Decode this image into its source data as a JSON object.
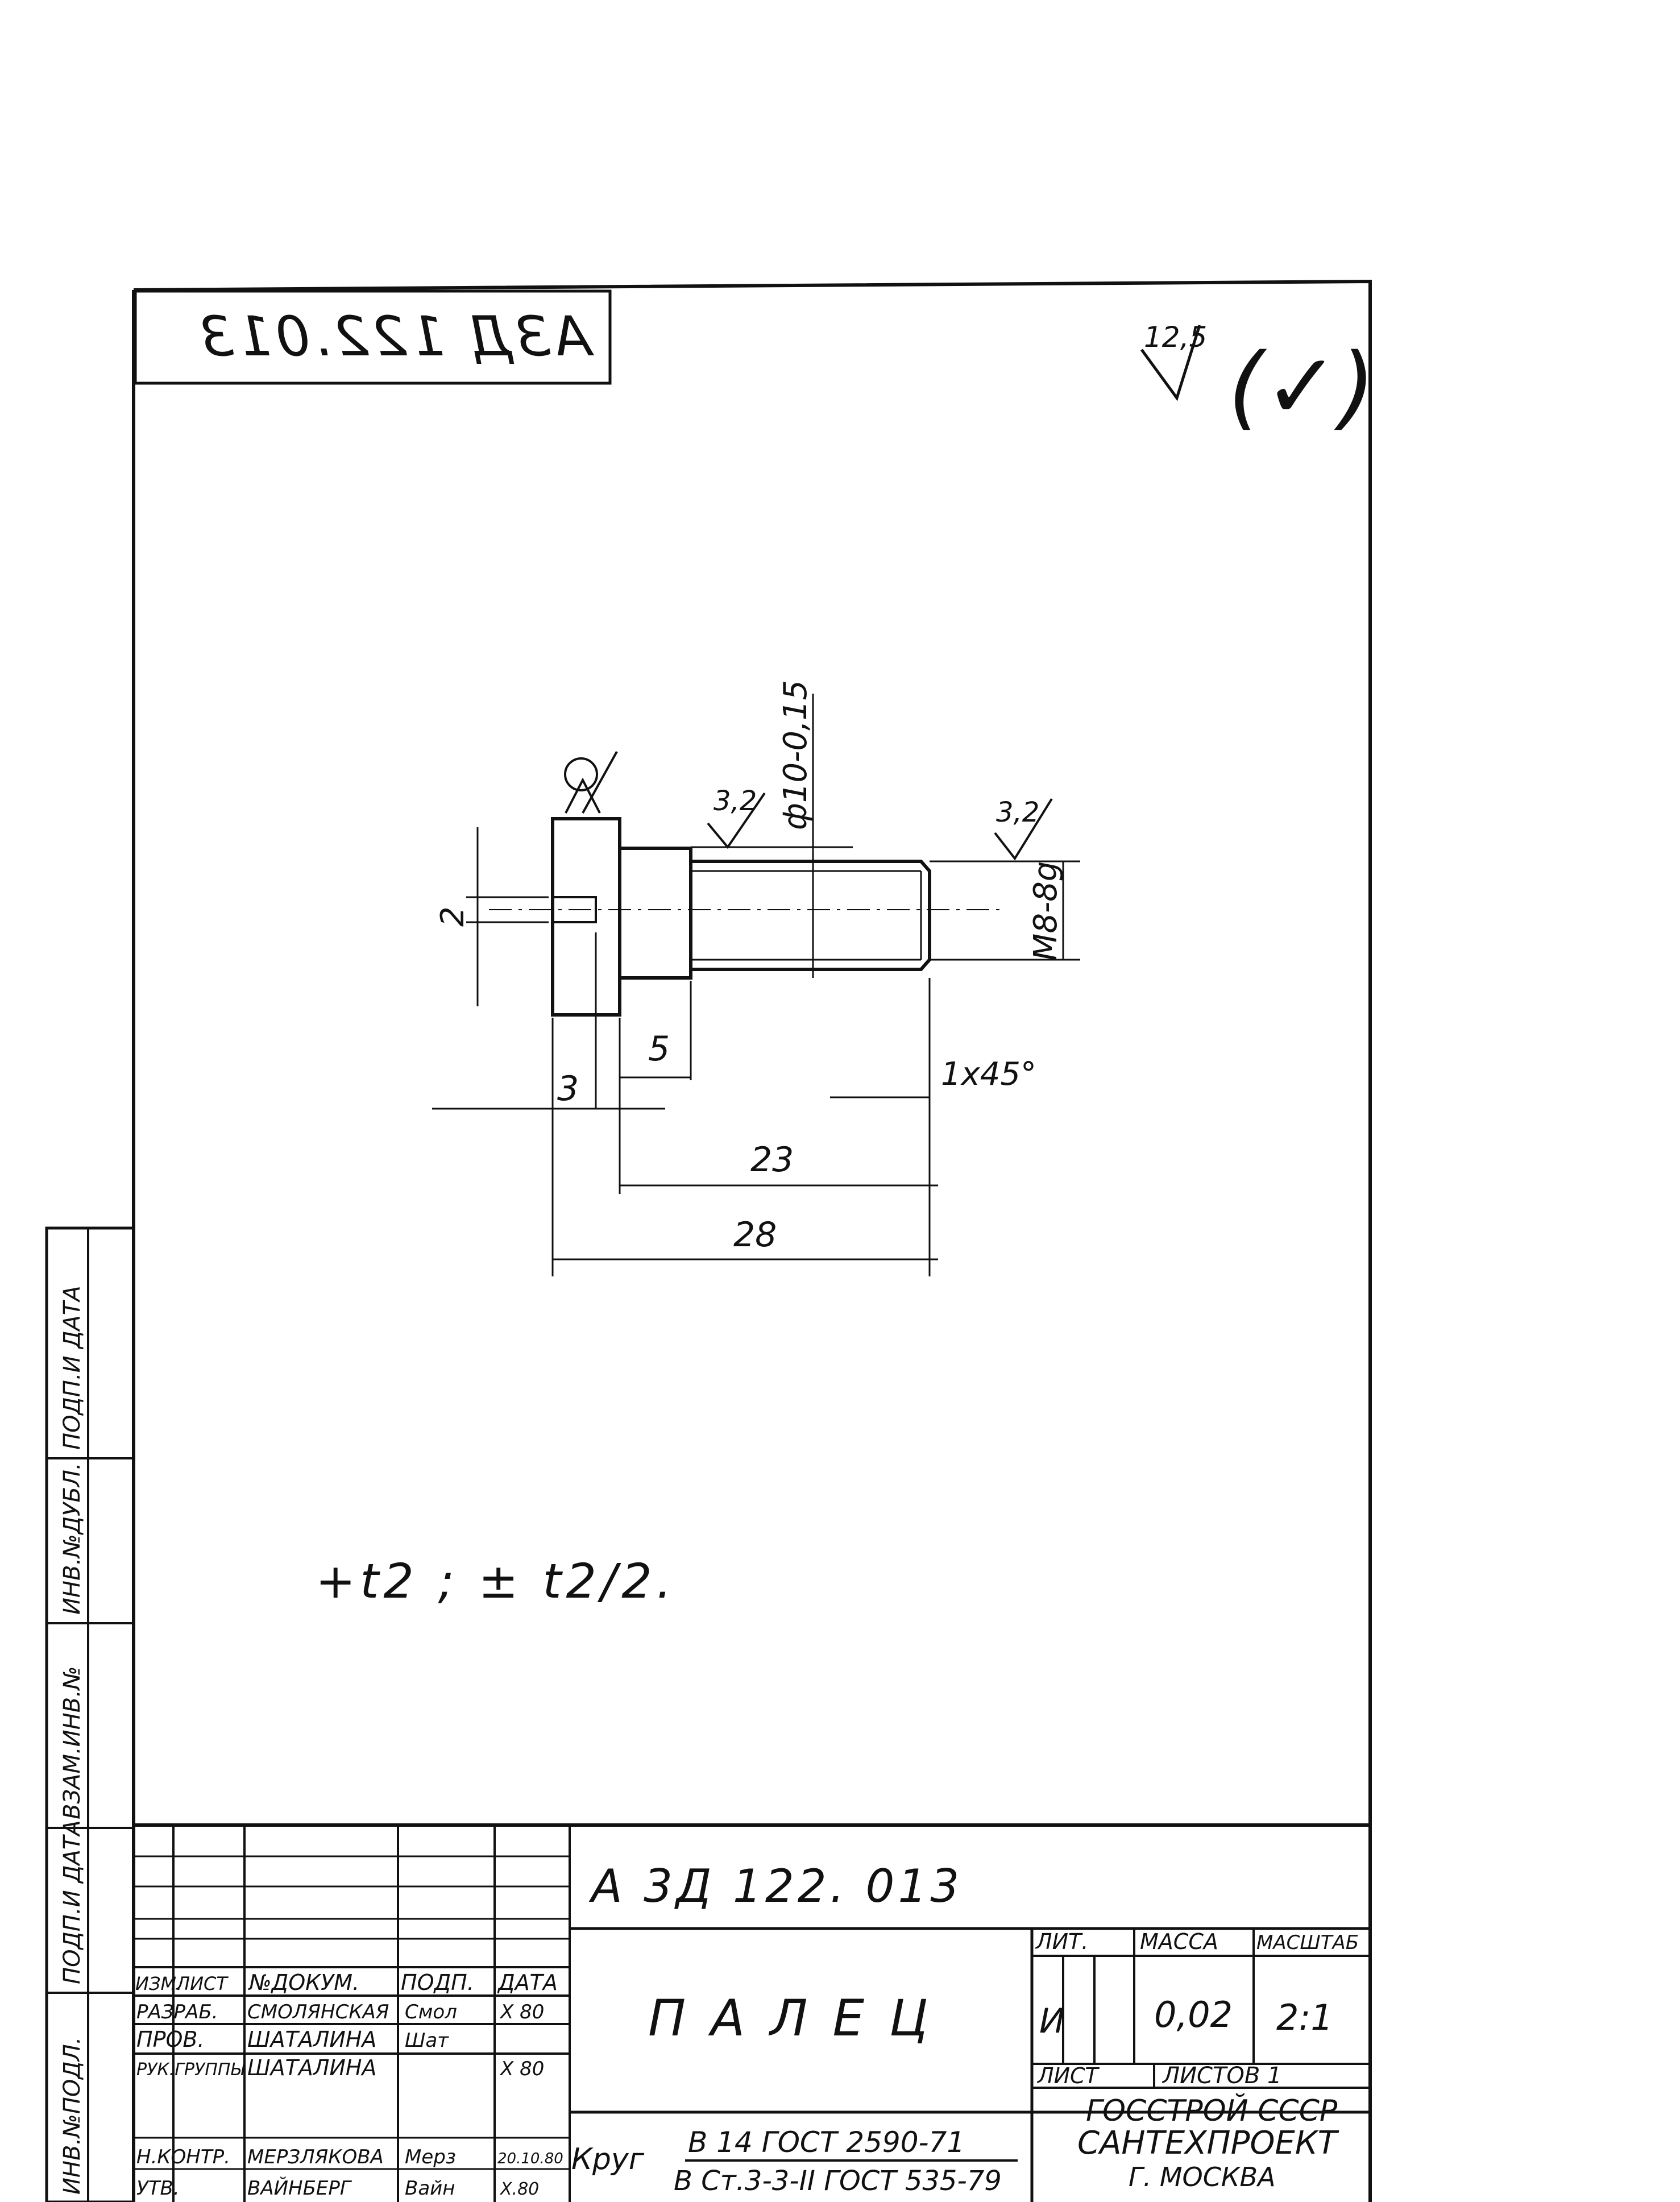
{
  "header": {
    "mirrored_code": "АЗД 122.013"
  },
  "roughness": {
    "general_value": "12,5",
    "bracket_symbol": "(✓)",
    "surface_values": [
      "3,2",
      "3,2"
    ]
  },
  "dimensions": {
    "diameter": "ф10-0,15",
    "thread": "М8-8g",
    "slot_width": "2",
    "slot_depth": "3",
    "head_length": "5",
    "chamfer": "1x45°",
    "shaft_length": "23",
    "total_length": "28"
  },
  "note": {
    "tolerance": "+t2 ; ± t2/2."
  },
  "side_stamp": {
    "cells": [
      "ИНВ.№ПОДЛ.",
      "ПОДП.И ДАТА",
      "ВЗАМ.ИНВ.№",
      "ИНВ.№ДУБЛ.",
      "ПОДП.И ДАТА"
    ]
  },
  "title_block": {
    "document_code": "А 3Д 122. 013",
    "part_name": "П А Л Е Ц",
    "column_headers": [
      "ИЗМ.",
      "ЛИСТ",
      "№ДОКУМ.",
      "ПОДП.",
      "ДАТА"
    ],
    "rows": [
      {
        "role": "РАЗРАБ.",
        "name": "СМОЛЯНСКАЯ",
        "signature": "Смол",
        "date": "X 80"
      },
      {
        "role": "ПРОВ.",
        "name": "ШАТАЛИНА",
        "signature": "Шат",
        "date": ""
      },
      {
        "role": "РУК.ГРУППЫ",
        "name": "ШАТАЛИНА",
        "signature": "",
        "date": "X 80"
      },
      {
        "role": "Н.КОНТР.",
        "name": "МЕРЗЛЯКОВА",
        "signature": "Мерз",
        "date": "20.10.80"
      },
      {
        "role": "УТВ.",
        "name": "ВАЙНБЕРГ",
        "signature": "Вайн",
        "date": "Х.80"
      }
    ],
    "material_prefix": "Круг",
    "material_top": "В 14 ГОСТ 2590-71",
    "material_bottom": "В Ст.3-3-II ГОСТ 535-79",
    "lit_label": "ЛИТ.",
    "lit_value": "И",
    "mass_label": "МАССА",
    "mass_value": "0,02",
    "scale_label": "МАСШТАБ",
    "scale_value": "2:1",
    "sheet_label": "ЛИСТ",
    "sheets_label": "ЛИСТОВ 1",
    "org_line1": "ГОССТРОЙ СССР",
    "org_line2": "САНТЕХПРОЕКТ",
    "org_line3": "Г. МОСКВА"
  }
}
